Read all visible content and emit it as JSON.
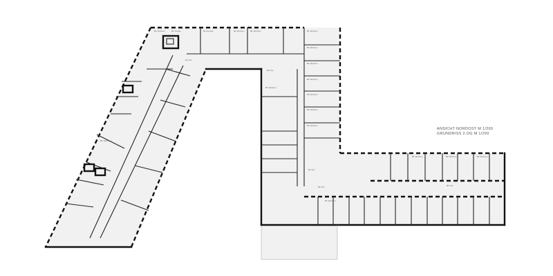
{
  "captions": {
    "view": "ANSICHT NORDOST M 1/200",
    "plan": "GRUNDRISS 2.OG M 1/200"
  },
  "colors": {
    "floor": "#f1f1f1",
    "wall": "#111111",
    "background": "#ffffff"
  },
  "rooms": [
    {
      "id": "r01",
      "label": "B1 Wohnen"
    },
    {
      "id": "r02",
      "label": "B1 Treppe"
    },
    {
      "id": "r03",
      "label": "B1 Kueche"
    },
    {
      "id": "r04",
      "label": "B1 Flur"
    },
    {
      "id": "r05",
      "label": "B1 Wohnen"
    },
    {
      "id": "r06",
      "label": "B1 Wohnen"
    },
    {
      "id": "r07",
      "label": "B1 Flur"
    },
    {
      "id": "r08",
      "label": "B1 Wohnen"
    },
    {
      "id": "r09",
      "label": "B1 Wohnen"
    },
    {
      "id": "r10",
      "label": "B1 Wohnen"
    },
    {
      "id": "r11",
      "label": "B1 Wohnen"
    },
    {
      "id": "r12",
      "label": "B1 Wohnen"
    },
    {
      "id": "r13",
      "label": "B1 Wohnen"
    },
    {
      "id": "r14",
      "label": "B1 Wohnen"
    },
    {
      "id": "r15",
      "label": "B1 Wohnen"
    },
    {
      "id": "r16",
      "label": "B1 Flur"
    },
    {
      "id": "r17",
      "label": "B1 Wohnen"
    },
    {
      "id": "r18",
      "label": "B1 Wohnen"
    },
    {
      "id": "r19",
      "label": "B1 Wohnen"
    },
    {
      "id": "r20",
      "label": "B1 Wohnen"
    },
    {
      "id": "r21",
      "label": "B1 Flur"
    },
    {
      "id": "r22",
      "label": "B1 Wohnen"
    },
    {
      "id": "r23",
      "label": "B1 Flur"
    }
  ]
}
